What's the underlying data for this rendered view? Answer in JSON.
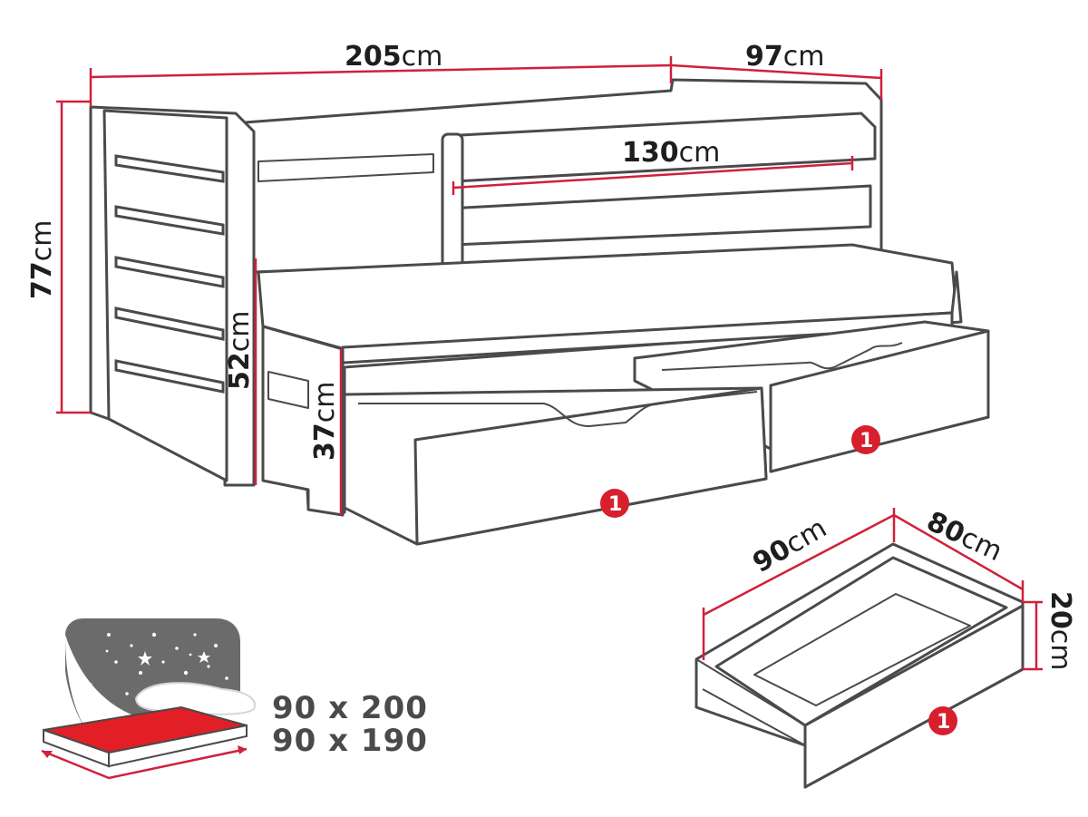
{
  "dimensions": {
    "length": {
      "value": "205",
      "unit": "cm"
    },
    "width": {
      "value": "97",
      "unit": "cm"
    },
    "height_total": {
      "value": "77",
      "unit": "cm"
    },
    "guard_rail_length": {
      "value": "130",
      "unit": "cm"
    },
    "side_height": {
      "value": "52",
      "unit": "cm"
    },
    "pullout_height": {
      "value": "37",
      "unit": "cm"
    },
    "drawer_length": {
      "value": "90",
      "unit": "cm"
    },
    "drawer_depth": {
      "value": "80",
      "unit": "cm"
    },
    "drawer_height": {
      "value": "20",
      "unit": "cm"
    }
  },
  "mattress_sizes": [
    "90 x 200",
    "90 x 190"
  ],
  "badges": {
    "drawer_label": "1"
  },
  "colors": {
    "accent_red": "#d1203a",
    "badge_red": "#d71f2e",
    "outline_gray": "#4a4a4a",
    "mattress_red": "#e21e26",
    "night_bg": "#6b6b6b"
  },
  "icons": [
    "mattress-icon",
    "starry-night-icon"
  ]
}
